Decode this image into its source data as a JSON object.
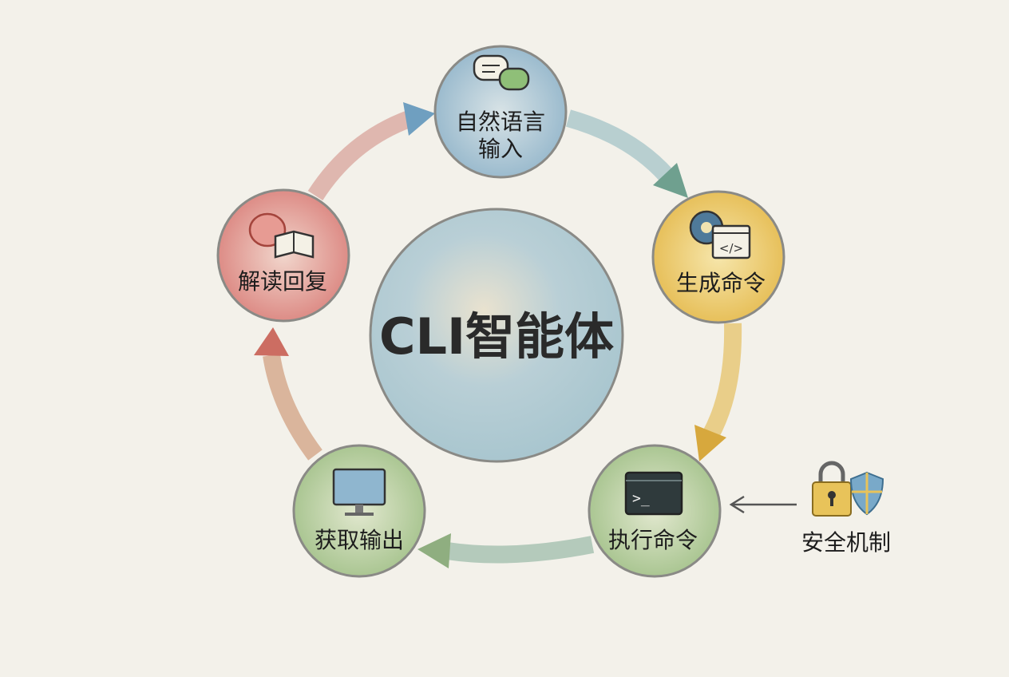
{
  "center": {
    "title": "CLI智能体"
  },
  "nodes": [
    {
      "id": "input",
      "line1": "自然语言",
      "line2": "输入",
      "icon": "chat-bubbles-icon",
      "color": "#8fb3c9"
    },
    {
      "id": "generate",
      "label": "生成命令",
      "icon": "gear-code-icon",
      "color": "#e8c15a"
    },
    {
      "id": "execute",
      "label": "执行命令",
      "icon": "terminal-icon",
      "color": "#9fbf86"
    },
    {
      "id": "output",
      "label": "获取输出",
      "icon": "monitor-icon",
      "color": "#a9c38a"
    },
    {
      "id": "interpret",
      "label": "解读回复",
      "icon": "brain-book-icon",
      "color": "#de8c86"
    }
  ],
  "security": {
    "label": "安全机制",
    "icon": "lock-shield-icon"
  }
}
